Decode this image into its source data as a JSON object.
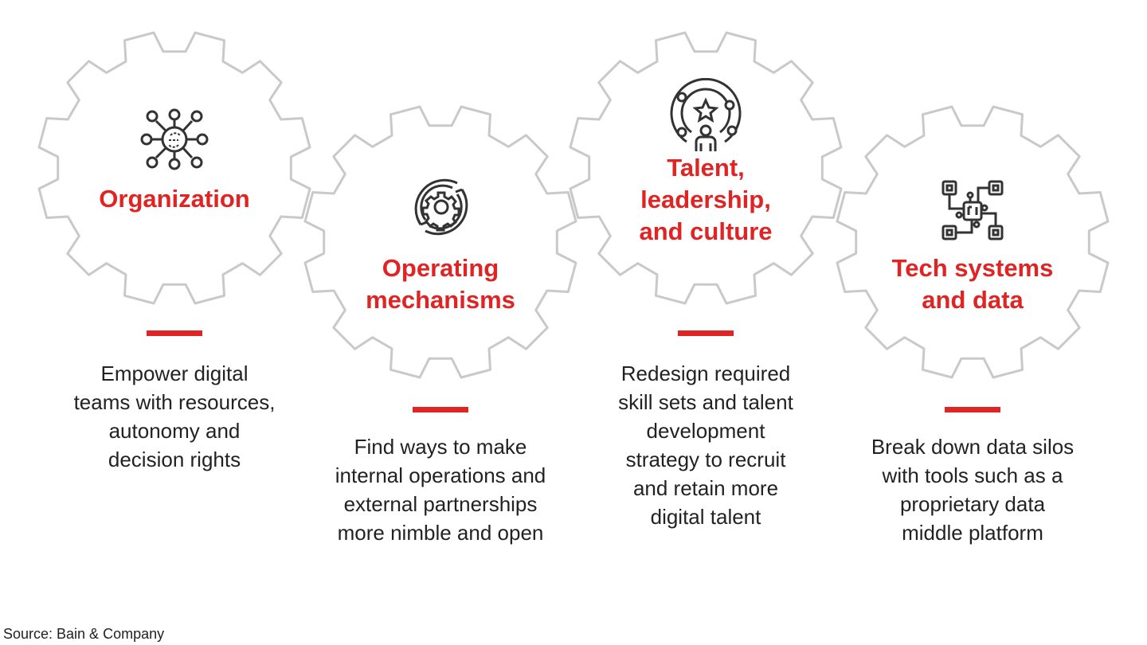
{
  "colors": {
    "accent": "#e02323",
    "gear": "#c9c9c9",
    "icon": "#333333",
    "text": "#222222"
  },
  "pillars": [
    {
      "title_lines": [
        "Organization"
      ],
      "icon": "network-hub-icon",
      "desc_lines": [
        "Empower digital",
        "teams with resources,",
        "autonomy and",
        "decision rights"
      ]
    },
    {
      "title_lines": [
        "Operating",
        "mechanisms"
      ],
      "icon": "gear-cycle-icon",
      "desc_lines": [
        "Find ways to make",
        "internal operations and",
        "external partnerships",
        "more nimble and open"
      ]
    },
    {
      "title_lines": [
        "Talent,",
        "leadership,",
        "and culture"
      ],
      "icon": "person-star-icon",
      "desc_lines": [
        "Redesign required",
        "skill sets and talent",
        "development",
        "strategy to recruit",
        "and retain more",
        "digital talent"
      ]
    },
    {
      "title_lines": [
        "Tech systems",
        "and data"
      ],
      "icon": "chip-circuit-icon",
      "desc_lines": [
        "Break down data silos",
        "with tools such as a",
        "proprietary data",
        "middle platform"
      ]
    }
  ],
  "source": "Source: Bain & Company"
}
